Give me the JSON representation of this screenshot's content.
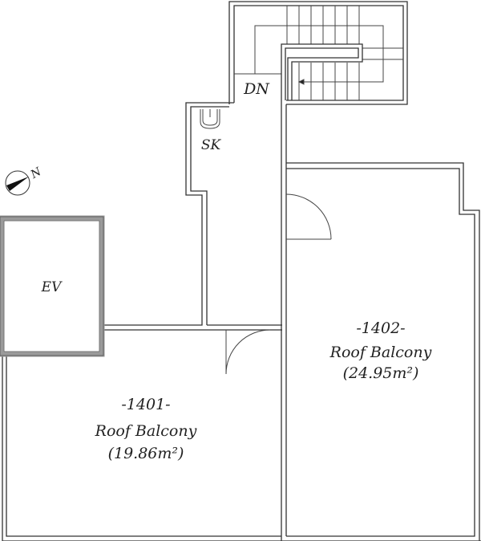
{
  "stair": {
    "label": "DN"
  },
  "sink": {
    "label": "SK"
  },
  "elevator": {
    "label": "EV"
  },
  "compass": {
    "label": "N"
  },
  "rooms": [
    {
      "number": "-1401-",
      "name": "Roof Balcony",
      "area": "(19.86m²)"
    },
    {
      "number": "-1402-",
      "name": "Roof Balcony",
      "area": "(24.95m²)"
    }
  ],
  "colors": {
    "wall": "#333333",
    "elevator_wall": "#9a9a9a"
  }
}
